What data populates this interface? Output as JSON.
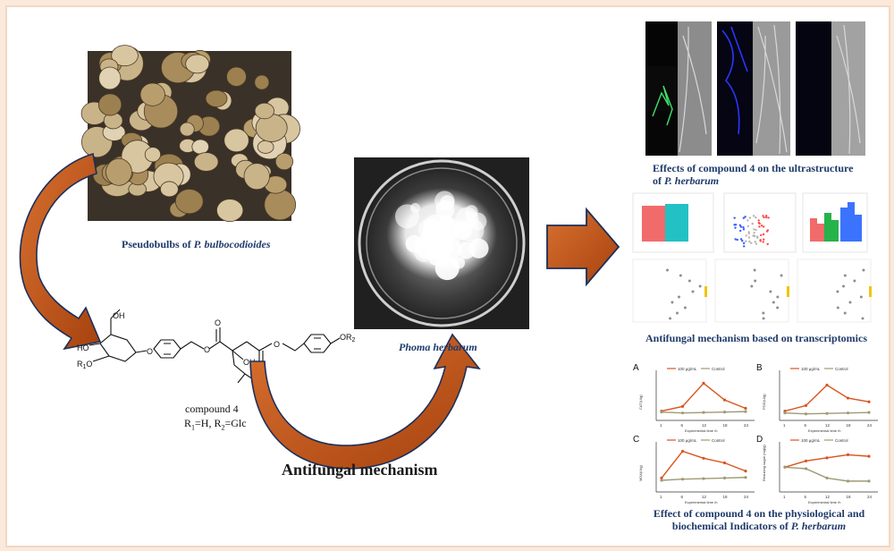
{
  "labels": {
    "pseudobulbs_prefix": "Pseudobulbs of ",
    "pseudobulbs_species": "P. bulbocodioides",
    "compound_name": "compound 4",
    "compound_r1": "R",
    "compound_r1_sub": "1",
    "compound_r1_val": "=H, R",
    "compound_r2_sub": "2",
    "compound_r2_val": "=Glc",
    "fungus": "Phoma herbarum",
    "mechanism": "Antifungal mechanism"
  },
  "structure_labels": {
    "oh_top": "OH",
    "ho_left": "HO",
    "r1o": "R",
    "r1o_sub": "1",
    "r1o_tail": "O",
    "o_link": "O",
    "o_ester1": "O",
    "o_ester2": "O",
    "oh_center": "OH",
    "or2": "OR",
    "or2_sub": "2"
  },
  "panels": {
    "ultrastructure_line1": "Effects of compound 4 on the ultrastructure",
    "ultrastructure_line2_prefix": "of ",
    "ultrastructure_line2_species": "P. herbarum",
    "transcriptomics": "Antifungal mechanism based on transcriptomics",
    "physio_line1": "Effect of compound 4 on the physiological and",
    "physio_line2_prefix": "biochemical Indicators of ",
    "physio_line2_species": "P. herbarum"
  },
  "mini_charts": {
    "letters": [
      "A",
      "B",
      "C",
      "D"
    ],
    "legend_treated": "100 μg/mL",
    "legend_control": "Control",
    "x_label": "Experimental time /h",
    "x_ticks": [
      "1",
      "6",
      "12",
      "18",
      "24"
    ],
    "ylabel_a": "CAT(U/g)",
    "ylabel_b": "POD(U/g)",
    "ylabel_c": "MDA(U/g)",
    "ylabel_d": "Reducing sugar (mg/g)",
    "a": {
      "treated": [
        100,
        150,
        400,
        220,
        130
      ],
      "control": [
        90,
        80,
        85,
        90,
        95
      ],
      "ylim": [
        0,
        500
      ]
    },
    "b": {
      "treated": [
        100,
        160,
        380,
        240,
        200
      ],
      "control": [
        80,
        70,
        75,
        80,
        85
      ],
      "ylim": [
        0,
        500
      ]
    },
    "c": {
      "treated": [
        120,
        350,
        290,
        250,
        180
      ],
      "control": [
        100,
        110,
        115,
        120,
        125
      ],
      "ylim": [
        0,
        400
      ]
    },
    "d": {
      "treated": [
        1600,
        2000,
        2200,
        2400,
        2300
      ],
      "control": [
        1600,
        1500,
        900,
        700,
        700
      ],
      "ylim": [
        0,
        3000
      ]
    }
  },
  "colors": {
    "arrow_orange": "#c4581c",
    "arrow_edge": "#1c2f5a",
    "text_navy": "#1f3a6a",
    "treated_line": "#d9531e",
    "control_line": "#9f9a74"
  }
}
